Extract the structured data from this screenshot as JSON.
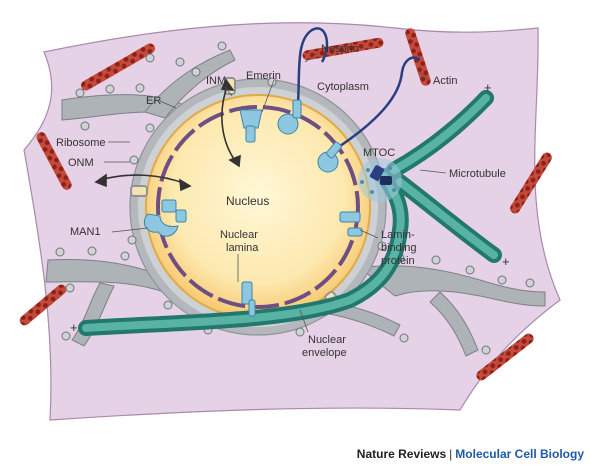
{
  "labels": {
    "er": "ER",
    "inm": "INM",
    "emerin": "Emerin",
    "nesprin": "Nesprin",
    "actin": "Actin",
    "cytoplasm": "Cytoplasm",
    "ribosome": "Ribosome",
    "onm": "ONM",
    "mtoc": "MTOC",
    "microtubule": "Microtubule",
    "nucleus": "Nucleus",
    "man1": "MAN1",
    "nuclear_lamina_1": "Nuclear",
    "nuclear_lamina_2": "lamina",
    "lamin_binding_1": "Lamin-",
    "lamin_binding_2": "binding",
    "lamin_binding_3": "protein",
    "nuclear_envelope_1": "Nuclear",
    "nuclear_envelope_2": "envelope",
    "plus_1": "+",
    "plus_2": "+",
    "plus_3": "+"
  },
  "footer": {
    "publisher": "Nature Reviews",
    "separator": "|",
    "journal": "Molecular Cell Biology"
  },
  "colors": {
    "cytoplasm": "#e6d2e6",
    "nucleus": "#fde9b0",
    "nuclear_rim": "#f5c266",
    "membrane": "#9ea3a8",
    "lamina": "#6f4f82",
    "protein": "#8ec7e0",
    "microtubule": "#2f8f82",
    "actin": "#b23a2e",
    "nesprin": "#2a3f80"
  }
}
